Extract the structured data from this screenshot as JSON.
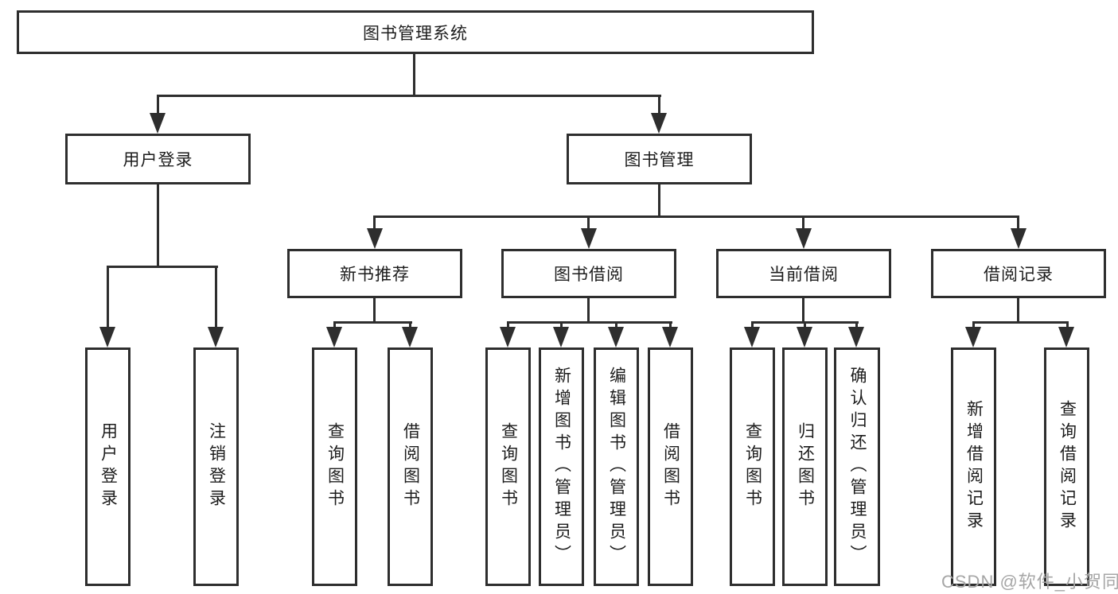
{
  "root": {
    "label": "图书管理系统"
  },
  "login_branch": {
    "label": "用户登录",
    "children": [
      {
        "label": "用户登录"
      },
      {
        "label": "注销登录"
      }
    ]
  },
  "mgmt_branch": {
    "label": "图书管理",
    "groups": [
      {
        "label": "新书推荐",
        "children": [
          {
            "label": "查询图书"
          },
          {
            "label": "借阅图书"
          }
        ]
      },
      {
        "label": "图书借阅",
        "children": [
          {
            "label": "查询图书"
          },
          {
            "label": "新增图书（管理员）"
          },
          {
            "label": "编辑图书（管理员）"
          },
          {
            "label": "借阅图书"
          }
        ]
      },
      {
        "label": "当前借阅",
        "children": [
          {
            "label": "查询图书"
          },
          {
            "label": "归还图书"
          },
          {
            "label": "确认归还（管理员）"
          }
        ]
      },
      {
        "label": "借阅记录",
        "children": [
          {
            "label": "新增借阅记录"
          },
          {
            "label": "查询借阅记录"
          }
        ]
      }
    ]
  },
  "watermark": {
    "label": "CSDN @软件_小贺同学"
  },
  "colors": {
    "line": "#2e2e2e",
    "text": "#1c1c1c",
    "watermark": "#a6a6a6",
    "background": "#ffffff"
  }
}
